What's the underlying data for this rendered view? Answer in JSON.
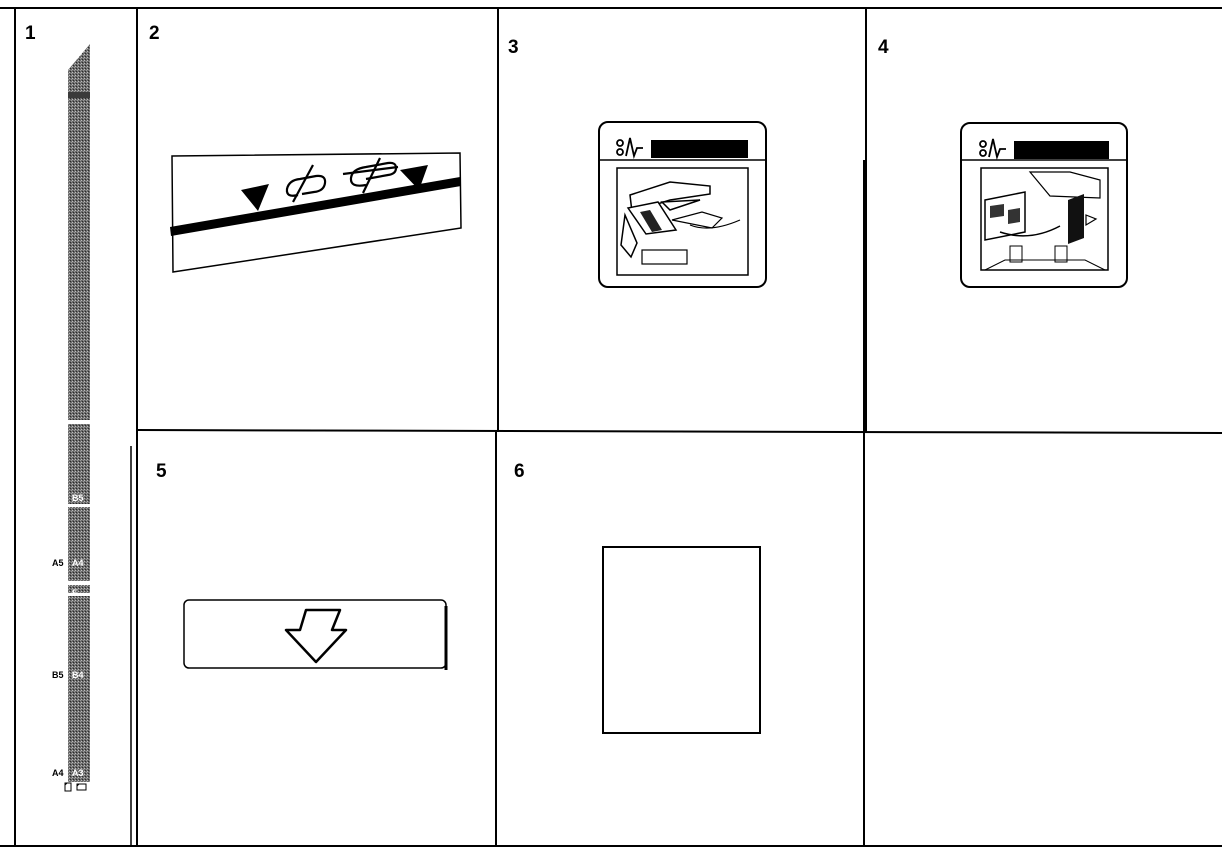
{
  "panels": [
    {
      "number": "1"
    },
    {
      "number": "2"
    },
    {
      "number": "3"
    },
    {
      "number": "4"
    },
    {
      "number": "5"
    },
    {
      "number": "6"
    },
    {
      "number": ""
    }
  ],
  "size_scale": {
    "labels_inside": [
      "B5",
      "A4",
      "F",
      "B4",
      "A3"
    ],
    "labels_outside": [
      "A5",
      "B5",
      "A4"
    ]
  },
  "colors": {
    "line": "#000000",
    "background": "#ffffff",
    "scale_fill": "#5a5a5a"
  }
}
